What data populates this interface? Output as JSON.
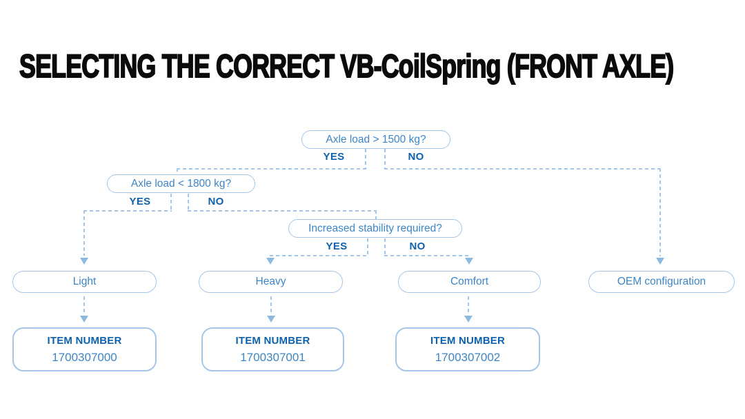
{
  "title": "SELECTING THE CORRECT VB-CoilSpring (FRONT AXLE)",
  "colors": {
    "box_border": "#a5c6e7",
    "dashed_connector": "#a5c6e7",
    "arrowhead": "#8db9e0",
    "box_text": "#3e85c5",
    "strong_text": "#0e61ad",
    "title_text": "#0b0b0b",
    "background": "#ffffff"
  },
  "flowchart": {
    "decisions": [
      {
        "id": "q1",
        "question": "Axle load > 1500 kg?",
        "yes_label": "YES",
        "no_label": "NO"
      },
      {
        "id": "q2",
        "question": "Axle load < 1800 kg?",
        "yes_label": "YES",
        "no_label": "NO"
      },
      {
        "id": "q3",
        "question": "Increased stability required?",
        "yes_label": "YES",
        "no_label": "NO"
      }
    ],
    "outcomes": [
      {
        "id": "light",
        "label": "Light"
      },
      {
        "id": "heavy",
        "label": "Heavy"
      },
      {
        "id": "comfort",
        "label": "Comfort"
      },
      {
        "id": "oem",
        "label": "OEM configuration"
      }
    ],
    "item_boxes": [
      {
        "heading": "ITEM NUMBER",
        "number": "1700307000"
      },
      {
        "heading": "ITEM NUMBER",
        "number": "1700307001"
      },
      {
        "heading": "ITEM NUMBER",
        "number": "1700307002"
      }
    ],
    "edges": [
      {
        "from": "q1",
        "label": "YES",
        "to": "q2"
      },
      {
        "from": "q1",
        "label": "NO",
        "to": "oem"
      },
      {
        "from": "q2",
        "label": "YES",
        "to": "light"
      },
      {
        "from": "q2",
        "label": "NO",
        "to": "q3"
      },
      {
        "from": "q3",
        "label": "YES",
        "to": "heavy"
      },
      {
        "from": "q3",
        "label": "NO",
        "to": "comfort"
      },
      {
        "from": "light",
        "label": "",
        "to": "1700307000"
      },
      {
        "from": "heavy",
        "label": "",
        "to": "1700307001"
      },
      {
        "from": "comfort",
        "label": "",
        "to": "1700307002"
      }
    ]
  }
}
